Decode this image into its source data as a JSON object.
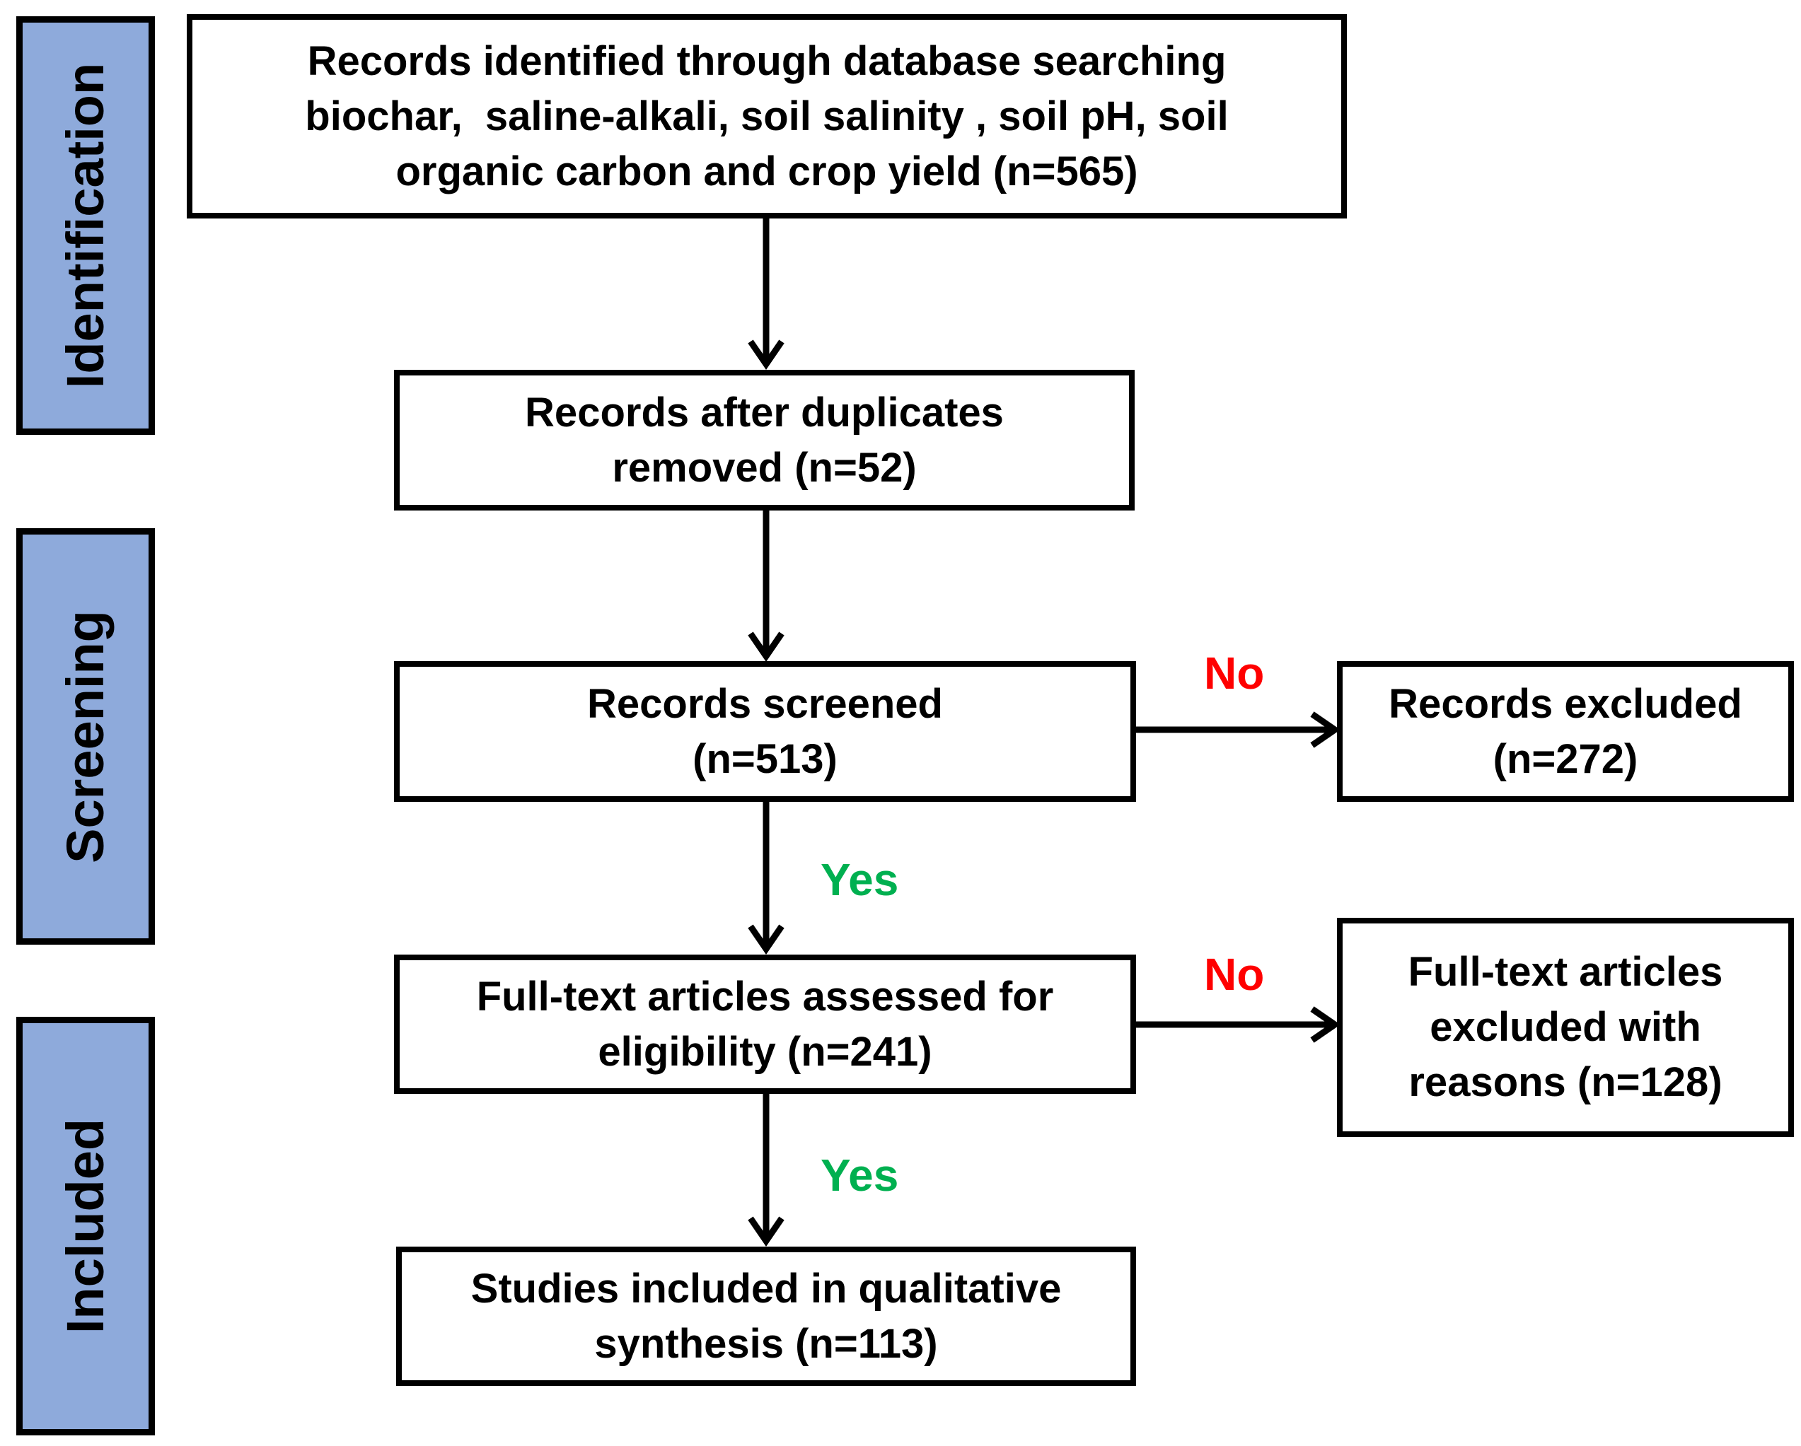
{
  "colors": {
    "stage_fill": "#8eaadb",
    "border": "#000000",
    "no_label": "#ff0000",
    "yes_label": "#00b050"
  },
  "stages": {
    "identification": "Identification",
    "screening": "Screening",
    "included": "Included"
  },
  "boxes": {
    "records_identified": [
      "Records identified through database searching",
      "biochar,  saline-alkali, soil salinity , soil pH, soil",
      "organic carbon and crop yield (n=565)"
    ],
    "duplicates_removed": [
      "Records after duplicates",
      "removed (n=52)"
    ],
    "records_screened": [
      "Records screened",
      "(n=513)"
    ],
    "records_excluded": [
      "Records excluded",
      "(n=272)"
    ],
    "fulltext_assessed": [
      "Full-text articles assessed for",
      "eligibility (n=241)"
    ],
    "fulltext_excluded": [
      "Full-text articles",
      "excluded with",
      "reasons (n=128)"
    ],
    "studies_included": [
      "Studies included in qualitative",
      "synthesis (n=113)"
    ]
  },
  "edge_labels": {
    "no_screen": "No",
    "no_fulltext": "No",
    "yes_screen": "Yes",
    "yes_fulltext": "Yes"
  }
}
